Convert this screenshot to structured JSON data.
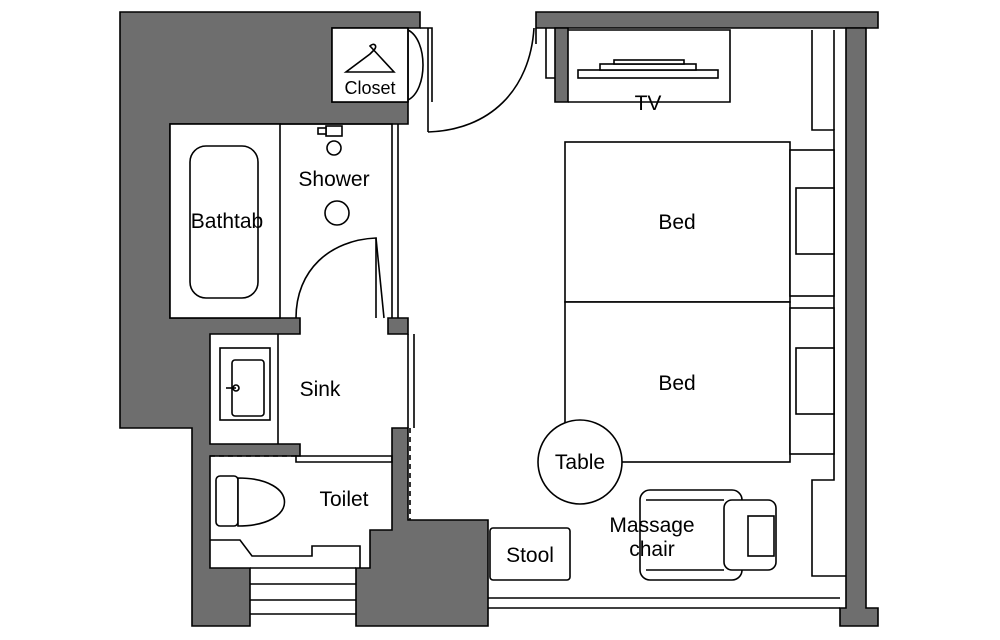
{
  "rooms": {
    "closet": "Closet",
    "tv": "TV",
    "shower": "Shower",
    "bathtab": "Bathtab",
    "sink": "Sink",
    "toilet": "Toilet",
    "bed_top": "Bed",
    "bed_bottom": "Bed",
    "table": "Table",
    "stool": "Stool",
    "massage_line1": "Massage",
    "massage_line2": "chair"
  },
  "icons": {
    "closet": "hanger-icon"
  },
  "colors": {
    "wall": "#6e6e6e",
    "line": "#000000",
    "background": "#ffffff"
  }
}
